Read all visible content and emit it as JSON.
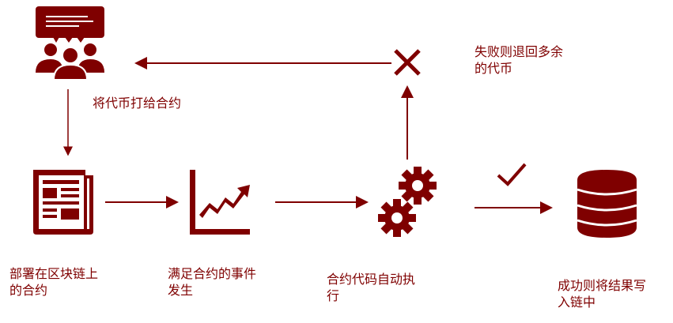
{
  "colors": {
    "accent": "#7f0000"
  },
  "labels": {
    "pay_tokens": "将代币打给合约",
    "fail_refund": "失败则退回多余\n的代币",
    "deploy": "部署在区块链上\n的合约",
    "event": "满足合约的事件\n发生",
    "execute": "合约代码自动执\n行",
    "success": "成功则将结果写\n入链中"
  },
  "icons": [
    "users-chat-icon",
    "newspaper-icon",
    "chart-trend-icon",
    "gears-icon",
    "cross-icon",
    "check-icon",
    "database-icon"
  ]
}
